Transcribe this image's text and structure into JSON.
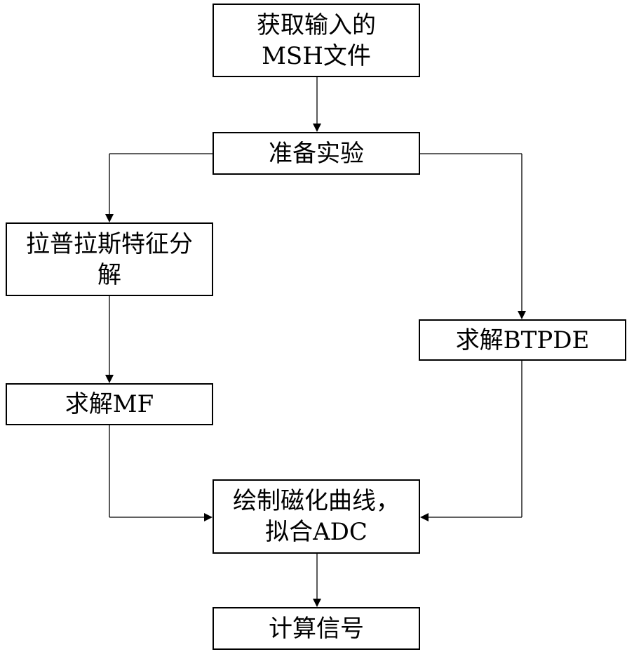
{
  "nodes": {
    "get_input": {
      "line1": "获取输入的",
      "line2": "MSH文件"
    },
    "prepare": {
      "label": "准备实验"
    },
    "laplace": {
      "line1": "拉普拉斯特征分",
      "line2": "解"
    },
    "solve_mf": {
      "label": "求解MF"
    },
    "solve_btpde": {
      "label": "求解BTPDE"
    },
    "plot_fit": {
      "line1": "绘制磁化曲线，",
      "line2": "拟合ADC"
    },
    "compute": {
      "label": "计算信号"
    }
  }
}
